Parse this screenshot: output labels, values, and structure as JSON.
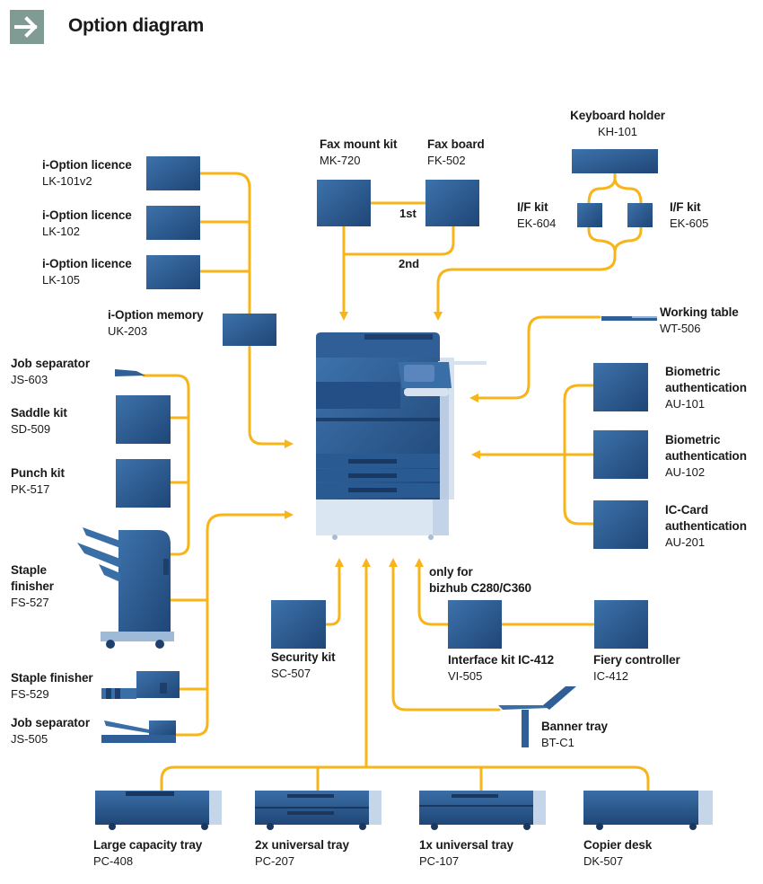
{
  "header": {
    "title": "Option diagram",
    "icon": "arrow-right-icon"
  },
  "colors": {
    "connector": "#f7b519",
    "device": "#2f5f96",
    "device_dark": "#1d3f6b",
    "icon_bg": "#7f9b93"
  },
  "options": {
    "lk101": {
      "title": "i-Option licence",
      "code": "LK-101v2"
    },
    "lk102": {
      "title": "i-Option licence",
      "code": "LK-102"
    },
    "lk105": {
      "title": "i-Option licence",
      "code": "LK-105"
    },
    "uk203": {
      "title": "i-Option memory",
      "code": "UK-203"
    },
    "mk720": {
      "title": "Fax mount kit",
      "code": "MK-720"
    },
    "fk502": {
      "title": "Fax board",
      "code": "FK-502"
    },
    "kh101": {
      "title": "Keyboard holder",
      "code": "KH-101"
    },
    "ek604": {
      "title": "I/F kit",
      "code": "EK-604"
    },
    "ek605": {
      "title": "I/F kit",
      "code": "EK-605"
    },
    "wt506": {
      "title": "Working table",
      "code": "WT-506"
    },
    "au101": {
      "title1": "Biometric",
      "title2": "authentication",
      "code": "AU-101"
    },
    "au102": {
      "title1": "Biometric",
      "title2": "authentication",
      "code": "AU-102"
    },
    "au201": {
      "title1": "IC-Card",
      "title2": "authentication",
      "code": "AU-201"
    },
    "js603": {
      "title": "Job separator",
      "code": "JS-603"
    },
    "sd509": {
      "title": "Saddle kit",
      "code": "SD-509"
    },
    "pk517": {
      "title": "Punch kit",
      "code": "PK-517"
    },
    "fs527": {
      "title1": "Staple",
      "title2": "finisher",
      "code": "FS-527"
    },
    "fs529": {
      "title": "Staple finisher",
      "code": "FS-529"
    },
    "js505": {
      "title": "Job separator",
      "code": "JS-505"
    },
    "sc507": {
      "title": "Security kit",
      "code": "SC-507"
    },
    "only_for": {
      "line1": "only for",
      "line2": "bizhub C280/C360"
    },
    "vi505": {
      "title": "Interface kit IC-412",
      "code": "VI-505"
    },
    "ic412": {
      "title": "Fiery controller",
      "code": "IC-412"
    },
    "bt_c1": {
      "title": "Banner tray",
      "code": "BT-C1"
    },
    "pc408": {
      "title": "Large capacity tray",
      "code": "PC-408"
    },
    "pc207": {
      "title": "2x universal tray",
      "code": "PC-207"
    },
    "pc107": {
      "title": "1x universal tray",
      "code": "PC-107"
    },
    "dk507": {
      "title": "Copier desk",
      "code": "DK-507"
    }
  },
  "connector_labels": {
    "first": "1st",
    "second": "2nd"
  }
}
